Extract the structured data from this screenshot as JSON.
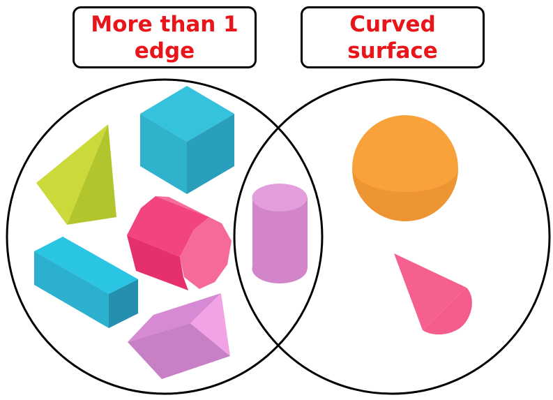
{
  "labels": {
    "left": "More than 1 edge",
    "right": "Curved surface",
    "color": "#e8161b"
  },
  "sets": {
    "left": {
      "shapes": [
        "pyramid",
        "cube",
        "hexagonal-prism",
        "rectangular-prism",
        "triangular-prism"
      ],
      "shape_colors": [
        "#c8d633",
        "#30bad6",
        "#f53e82",
        "#2ab6d5",
        "#e89ae0"
      ]
    },
    "intersection": {
      "shapes": [
        "cylinder"
      ],
      "shape_colors": [
        "#d98fcc"
      ]
    },
    "right": {
      "shapes": [
        "sphere",
        "cone"
      ],
      "shape_colors": [
        "#f9a13a",
        "#f5608f"
      ]
    }
  }
}
